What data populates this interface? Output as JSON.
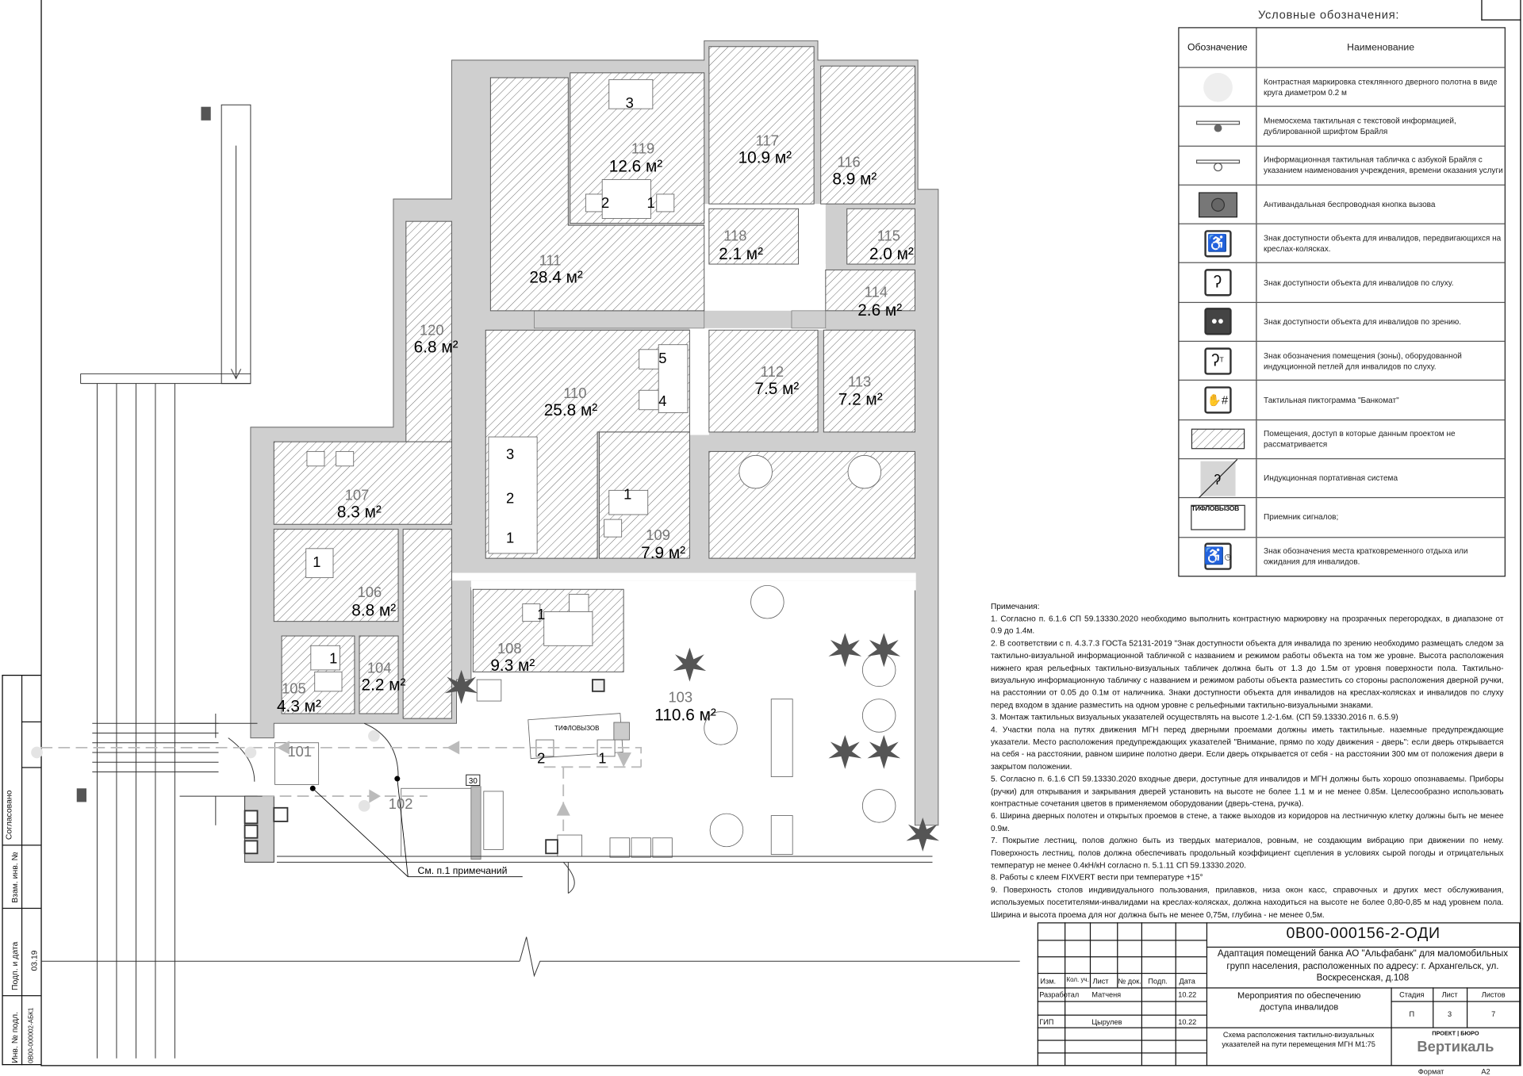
{
  "legend": {
    "title": "Условные обозначения:",
    "col_symbol": "Обозначение",
    "col_name": "Наименование",
    "items": [
      {
        "icon": "glass-marking-circle-icon",
        "text": "Контрастная маркировка стеклянного дверного полотна в виде круга диаметром 0.2 м"
      },
      {
        "icon": "tactile-mnemonic-icon",
        "text": "Мнемосхема тактильная с текстовой информацией, дублированной шрифтом Брайля"
      },
      {
        "icon": "braille-sign-icon",
        "text": "Информационная тактильная табличка с азбукой Брайля с указанием наименования учреждения, времени оказания услуги"
      },
      {
        "icon": "call-button-icon",
        "text": "Антивандальная беспроводная кнопка вызова"
      },
      {
        "icon": "wheelchair-icon",
        "text": "Знак доступности объекта для инвалидов, передвигающихся на креслах-колясках."
      },
      {
        "icon": "hearing-impaired-icon",
        "text": "Знак доступности  объекта для инвалидов по слуху."
      },
      {
        "icon": "visually-impaired-icon",
        "text": "Знак доступности объекта для инвалидов по зрению."
      },
      {
        "icon": "induction-loop-icon",
        "text": "Знак обозначения помещения (зоны), оборудованной индукционной петлей для инвалидов по слуху."
      },
      {
        "icon": "atm-pictogram-icon",
        "text": "Тактильная пиктограмма \"Банкомат\""
      },
      {
        "icon": "hatch-area-icon",
        "text": "Помещения, доступ в которые данным проектом не рассматривается"
      },
      {
        "icon": "portable-induction-icon",
        "text": "Индукционная портативная система"
      },
      {
        "icon": "signal-receiver-icon",
        "text": "Приемник сигналов;",
        "symbol_text": "ТИФЛОВЫЗОВ"
      },
      {
        "icon": "rest-area-icon",
        "text": "Знак обозначения места кратковременного отдыха или ожидания для инвалидов."
      }
    ]
  },
  "notes": {
    "title": "Примечания:",
    "items": [
      "1. Согласно п. 6.1.6 СП 59.13330.2020 необходимо выполнить контрастную маркировку на прозрачных перегородках, в диапазоне от 0.9 до 1.4м.",
      "2. В соответствии с п. 4.3.7.3 ГОСТа 52131-2019 \"Знак доступности объекта для инвалида по зрению необходимо размещать следом за тактильно-визуальной информационной табличкой с названием и режимом работы объекта на том же уровне. Высота расположения нижнего края рельефных тактильно-визуальных табличек должна быть от 1.3 до 1.5м от уровня поверхности пола. Тактильно-визуальную информационную табличку с названием и режимом работы объекта разместить со стороны расположения дверной ручки, на расстоянии от 0.05 до 0.1м от наличника. Знаки доступности объекта для инвалидов на креслах-колясках и инвалидов  по слуху перед входом в здание  разместить на одном уровне с рельефными тактильно-визуальными знаками.",
      "3. Монтаж тактильных визуальных указателей осуществлять на высоте  1.2-1.6м. (СП 59.13330.2016 п. 6.5.9)",
      "4. Участки пола на путях движения МГН перед дверными проемами должны иметь тактильные. наземные предупреждающие указатели. Место расположения предупреждающих указателей \"Внимание, прямо по ходу движения - дверь\": если дверь открывается на себя - на расстоянии, равном ширине полотно двери. Если дверь открывается от себя - на расстоянии 300 мм от положения двери в закрытом положении.",
      "5. Согласно п. 6.1.6 СП 59.13330.2020 входные двери, доступные для инвалидов и МГН должны быть хорошо опознаваемы. Приборы (ручки) для открывания и закрывания дверей установить на высоте не более 1.1 м и не менее 0.85м. Целесообразно использовать контрастные сочетания цветов в применяемом оборудовании (дверь-стена, ручка).",
      "6. Ширина дверных полотен и открытых проемов в стене, а также выходов из коридоров на лестничную клетку должны быть не менее 0.9м.",
      "7. Покрытие лестниц, полов должно быть из твердых материалов, ровным, не создающим вибрацию при движении по нему. Поверхность лестниц, полов должна обеспечивать продольный коэффициент сцепления в условиях сырой погоды и отрицательных температур не менее 0.4кН/кН согласно п. 5.1.11 СП 59.13330.2020.",
      "8. Работы с клеем FIXVERT вести при температуре +15°",
      "9.  Поверхность столов индивидуального пользования, прилавков, низа окон касс, справочных и других мест обслуживания, используемых посетителями-инвалидами на креслах-колясках, должна находиться на высоте не более 0,80-0,85 м над уровнем пола. Ширина и высота проема для ног должна быть не менее 0,75м, глубина - не менее 0,5м."
    ]
  },
  "rooms": {
    "r119": {
      "id": "119",
      "area": "12.6 м²"
    },
    "r117": {
      "id": "117",
      "area": "10.9 м²"
    },
    "r116": {
      "id": "116",
      "area": "8.9 м²"
    },
    "r118": {
      "id": "118",
      "area": "2.1 м²"
    },
    "r115": {
      "id": "115",
      "area": "2.0 м²"
    },
    "r111": {
      "id": "111",
      "area": "28.4 м²"
    },
    "r114": {
      "id": "114",
      "area": "2.6 м²"
    },
    "r120": {
      "id": "120",
      "area": "6.8 м²"
    },
    "r110": {
      "id": "110",
      "area": "25.8 м²"
    },
    "r112": {
      "id": "112",
      "area": "7.5 м²"
    },
    "r113": {
      "id": "113",
      "area": "7.2 м²"
    },
    "r107": {
      "id": "107",
      "area": "8.3 м²"
    },
    "r109": {
      "id": "109",
      "area": "7.9 м²"
    },
    "r106": {
      "id": "106",
      "area": "8.8 м²"
    },
    "r108": {
      "id": "108",
      "area": "9.3 м²"
    },
    "r103": {
      "id": "103",
      "area": "110.6 м²"
    },
    "r105": {
      "id": "105",
      "area": "4.3 м²"
    },
    "r104": {
      "id": "104",
      "area": "2.2 м²"
    },
    "r101": {
      "id": "101"
    },
    "r102": {
      "id": "102"
    }
  },
  "workplaces": [
    "3",
    "2",
    "1",
    "5",
    "4",
    "3",
    "2",
    "1",
    "1",
    "1",
    "1",
    "1",
    "1",
    "2",
    "1"
  ],
  "plan": {
    "receiver_label": "ТИФЛОВЫЗОВ",
    "tactile_count": "30",
    "callout": "См. п.1 примечаний"
  },
  "title_block": {
    "code": "0В00-000156-2-ОДИ",
    "project": "Адаптация помещений банка АО \"Альфабанк\" для маломобильных групп населения, расположенных по адресу: г. Архангельск, ул. Воскресенская, д.108",
    "headers": [
      "Изм.",
      "Кол. уч.",
      "Лист",
      "№ док.",
      "Подп.",
      "Дата"
    ],
    "signers": [
      {
        "role": "Разработал",
        "name": "Матченя",
        "date": "10.22"
      },
      {
        "role": "ГИП",
        "name": "Цырулев",
        "date": "10.22"
      }
    ],
    "section": "Мероприятия по обеспечению доступа инвалидов",
    "stage_label": "Стадия",
    "sheet_label": "Лист",
    "sheets_label": "Листов",
    "stage": "П",
    "sheet": "3",
    "sheets": "7",
    "drawing": "Схема расположения тактильно-визуальных указателей на пути перемещения МГН М1:75",
    "logo_top": "ПРОЕКТ | БЮРО",
    "logo_name": "Вертикаль",
    "format_label": "Формат",
    "format": "А2"
  },
  "side_stamp": {
    "agreed": "Согласовано",
    "inv_repl": "Взам. инв. №",
    "sign_date": "Подп. и дата",
    "sign_date_value": "03.19",
    "inv_orig": "Инв. № подл.",
    "inv_orig_value": "0В00-000002-АБК1"
  }
}
